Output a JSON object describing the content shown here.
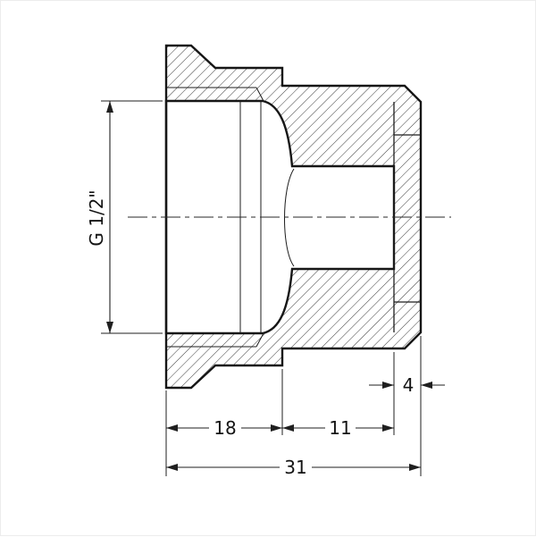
{
  "drawing": {
    "type": "technical-section-drawing",
    "subject": "threaded-pipe-fitting-cross-section",
    "labels": {
      "thread_size": "G 1/2\"",
      "dim_left_length": "18",
      "dim_right_length": "11",
      "dim_end_wall": "4",
      "dim_total_length": "31"
    },
    "colors": {
      "line": "#161616",
      "hatch": "#3d3d3d",
      "background": "#ffffff"
    }
  }
}
